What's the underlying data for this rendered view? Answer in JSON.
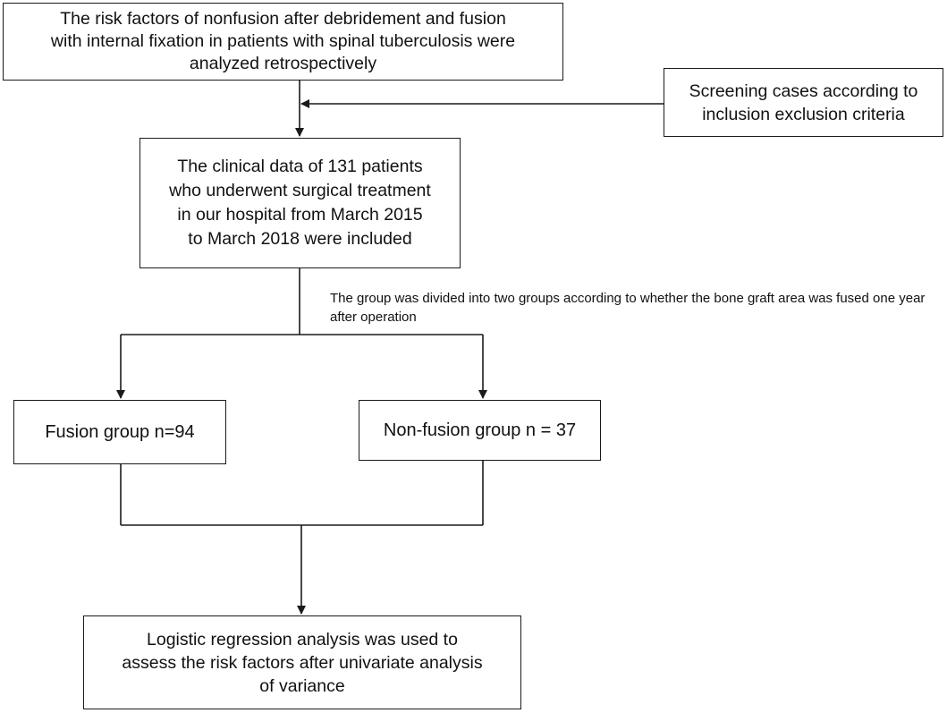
{
  "boxes": {
    "study_aim": {
      "line1": "The risk factors of nonfusion after debridement and fusion",
      "line2": "with internal fixation in patients with spinal tuberculosis were",
      "line3": "analyzed retrospectively"
    },
    "screening": {
      "line1": "Screening cases according to",
      "line2": "inclusion exclusion criteria"
    },
    "clinical_data": {
      "line1": "The clinical data of 131 patients",
      "line2": "who underwent surgical treatment",
      "line3": "in our hospital from March 2015",
      "line4": "to March 2018 were included"
    },
    "fusion_group": {
      "label": "Fusion group n=94"
    },
    "nonfusion_group": {
      "label": "Non-fusion group n = 37"
    },
    "logistic_regression": {
      "line1": "Logistic regression analysis was used to",
      "line2": "assess the risk factors after univariate analysis",
      "line3": "of variance"
    }
  },
  "split_annotation": {
    "line1": "The group was divided into two groups according to whether",
    "line2": "the bone graft area was fused one year after operation"
  },
  "colors": {
    "line": "#1a1a1a",
    "text": "#111111",
    "background": "#ffffff"
  }
}
